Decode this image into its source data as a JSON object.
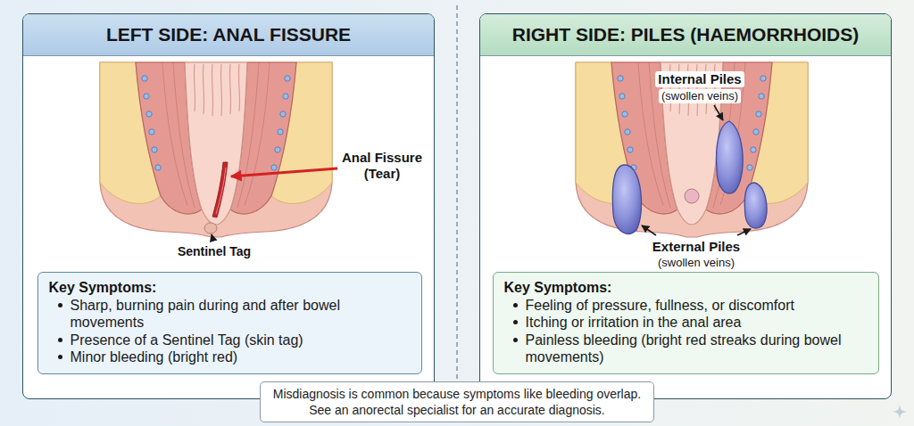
{
  "diagram": {
    "nodes": [
      {
        "text": [
          "LEFT SIDE: ANAL FISSURE"
        ]
      },
      {
        "text": [
          "Key Symptoms:",
          "Sharp, burning pain during and after bowel movements",
          "Presence of a Sentinel Tag (skin tag)",
          "Minor bleeding (bright red)"
        ],
        "in": 0
      },
      {
        "text": [
          "RIGHT SIDE: PILES (HAEMORRHOIDS)"
        ]
      },
      {
        "text": [
          "Key Symptoms:",
          "Feeling of pressure, fullness, or discomfort",
          "Itching or irritation in the anal area",
          "Painless bleeding (bright red streaks during bowel movements)"
        ],
        "in": 2
      },
      {
        "text": [
          "Misdiagnosis is common because symptoms like bleeding overlap.",
          "See an anorectal specialist for an accurate diagnosis."
        ]
      }
    ],
    "labels": [
      "Anal Fissure",
      "(Tear)",
      "Sentinel Tag",
      "Internal Piles",
      "(swollen veins)",
      "External Piles",
      "(swollen veins)"
    ]
  }
}
